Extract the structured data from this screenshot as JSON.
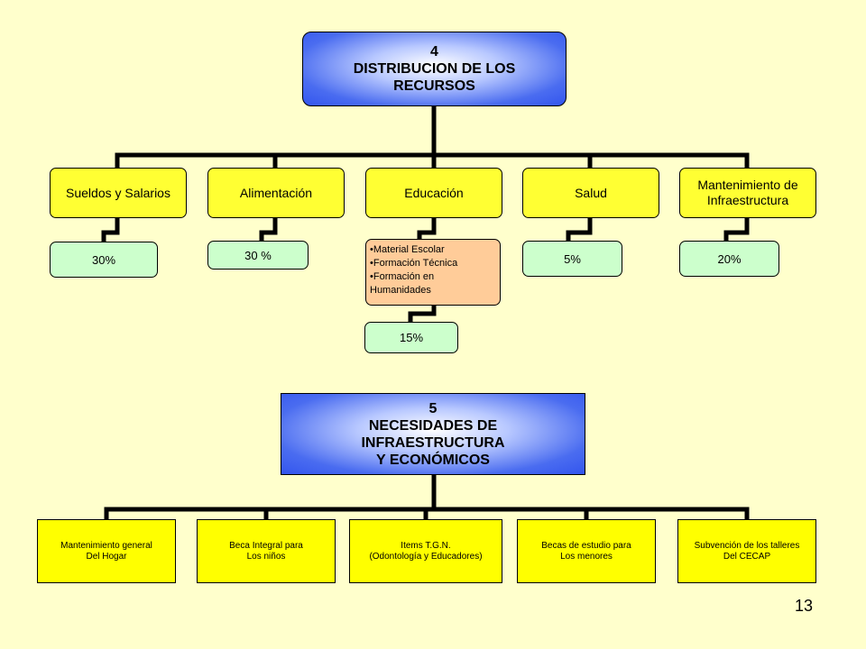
{
  "section4": {
    "title_number": "4",
    "title_line1": "DISTRIBUCION DE LOS",
    "title_line2": "RECURSOS",
    "categories": [
      {
        "label": "Sueldos y Salarios",
        "percent": "30%"
      },
      {
        "label": "Alimentación",
        "percent": "30 %"
      },
      {
        "label": "Educación",
        "percent": "15%"
      },
      {
        "label": "Salud",
        "percent": "5%"
      },
      {
        "label_line1": "Mantenimiento de",
        "label_line2": "Infraestructura",
        "percent": "20%"
      }
    ],
    "education_items": [
      "•Material Escolar",
      "•Formación Técnica",
      "•Formación en",
      "Humanidades"
    ]
  },
  "section5": {
    "title_number": "5",
    "title_line1": "NECESIDADES DE",
    "title_line2": "INFRAESTRUCTURA",
    "title_line3": "Y ECONÓMICOS",
    "needs": [
      {
        "line1": "Mantenimiento general",
        "line2": "Del Hogar"
      },
      {
        "line1": "Beca Integral para",
        "line2": "Los niños"
      },
      {
        "line1": "Items T.G.N.",
        "line2": "(Odontología y Educadores)"
      },
      {
        "line1": "Becas de estudio para",
        "line2": "Los menores"
      },
      {
        "line1": "Subvención de los talleres",
        "line2": "Del CECAP"
      }
    ]
  },
  "page_number": "13",
  "colors": {
    "background": "#FFFFCC",
    "title_box": "#3355EE",
    "category_box": "#FFFF33",
    "percent_box": "#CCFFCC",
    "education_list_box": "#FFCC99",
    "need_box": "#FFFF00",
    "connector": "#000000"
  }
}
